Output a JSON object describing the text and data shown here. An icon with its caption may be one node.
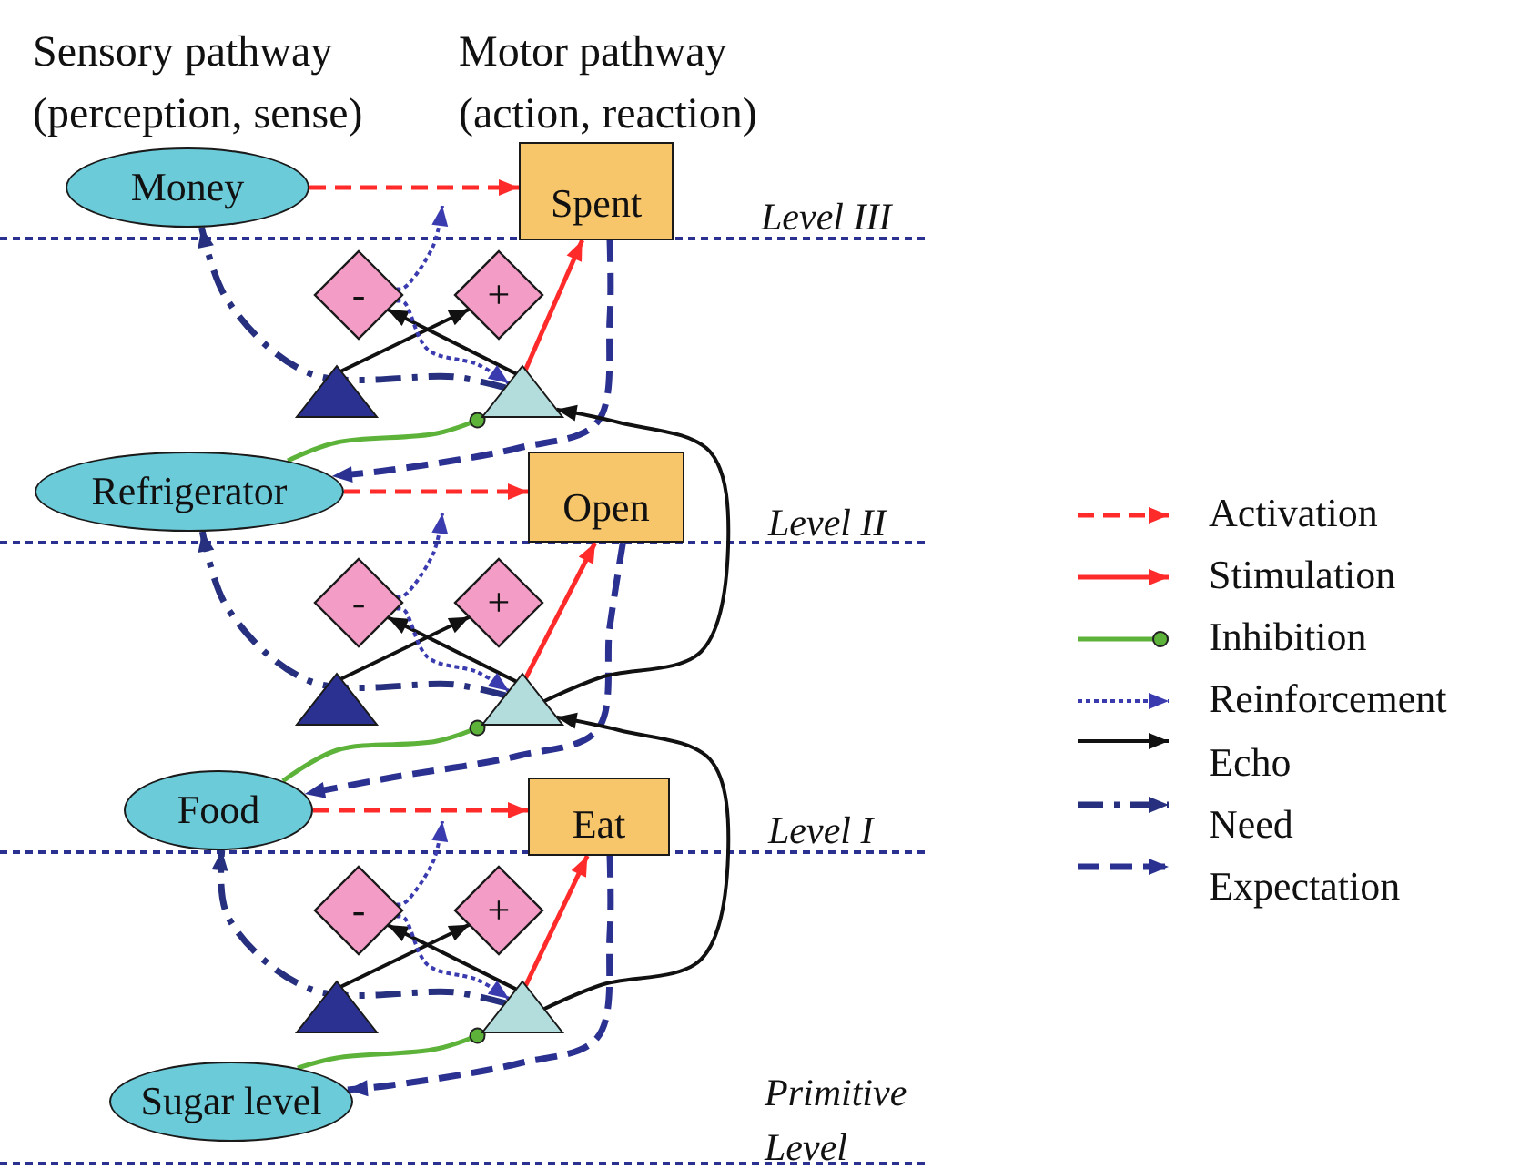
{
  "diagram": {
    "nodes": [
      {
        "text": [
          "Money"
        ]
      },
      {
        "text": [
          "Spent"
        ]
      },
      {
        "text": [
          "-"
        ]
      },
      {
        "text": [
          "+"
        ]
      },
      {
        "text": [],
        "shape": "triangle"
      },
      {
        "text": [],
        "shape": "triangle"
      },
      {
        "text": [
          "Refrigerator"
        ]
      },
      {
        "text": [
          "Open"
        ]
      },
      {
        "text": [
          "-"
        ]
      },
      {
        "text": [
          "+"
        ]
      },
      {
        "text": [],
        "shape": "triangle"
      },
      {
        "text": [],
        "shape": "triangle"
      },
      {
        "text": [
          "Food"
        ]
      },
      {
        "text": [
          "Eat"
        ]
      },
      {
        "text": [
          "-"
        ]
      },
      {
        "text": [
          "+"
        ]
      },
      {
        "text": [],
        "shape": "triangle"
      },
      {
        "text": [],
        "shape": "triangle"
      },
      {
        "text": [
          "Sugar level"
        ]
      }
    ],
    "edges": [
      {
        "from": 0,
        "to": 1,
        "arrow": "to",
        "style": "dashed",
        "color": "#ff2a2a"
      },
      {
        "from": 5,
        "to": 1,
        "arrow": "to",
        "color": "#ff2a2a"
      },
      {
        "from": 4,
        "to": 3,
        "arrow": "to"
      },
      {
        "from": 5,
        "to": 2,
        "arrow": "to"
      },
      {
        "from": 2,
        "to": null,
        "arrow": "to",
        "style": "dashed",
        "color": "#3b3bb0"
      },
      {
        "from": 2,
        "to": 5,
        "arrow": "to",
        "style": "dashed",
        "color": "#3b3bb0"
      },
      {
        "from": 5,
        "to": 0,
        "arrow": "to",
        "style": "dashed",
        "color": "#26307f"
      },
      {
        "from": 1,
        "to": 6,
        "arrow": "to",
        "style": "dashed",
        "color": "#2b3190"
      },
      {
        "from": 6,
        "to": 5,
        "arrow": "other",
        "color": "#5db33a"
      },
      {
        "from": 6,
        "to": 7,
        "arrow": "to",
        "style": "dashed",
        "color": "#ff2a2a"
      },
      {
        "from": 11,
        "to": 7,
        "arrow": "to",
        "color": "#ff2a2a"
      },
      {
        "from": 10,
        "to": 9,
        "arrow": "to"
      },
      {
        "from": 11,
        "to": 8,
        "arrow": "to"
      },
      {
        "from": 8,
        "to": null,
        "arrow": "to",
        "style": "dashed",
        "color": "#3b3bb0"
      },
      {
        "from": 8,
        "to": 11,
        "arrow": "to",
        "style": "dashed",
        "color": "#3b3bb0"
      },
      {
        "from": 11,
        "to": 6,
        "arrow": "to",
        "style": "dashed",
        "color": "#26307f"
      },
      {
        "from": 7,
        "to": 12,
        "arrow": "to",
        "style": "dashed",
        "color": "#2b3190"
      },
      {
        "from": 12,
        "to": 11,
        "arrow": "other",
        "color": "#5db33a"
      },
      {
        "from": 12,
        "to": 13,
        "arrow": "to",
        "style": "dashed",
        "color": "#ff2a2a"
      },
      {
        "from": 17,
        "to": 13,
        "arrow": "to",
        "color": "#ff2a2a"
      },
      {
        "from": 16,
        "to": 15,
        "arrow": "to"
      },
      {
        "from": 17,
        "to": 14,
        "arrow": "to"
      },
      {
        "from": 14,
        "to": null,
        "arrow": "to",
        "style": "dashed",
        "color": "#3b3bb0"
      },
      {
        "from": 14,
        "to": 17,
        "arrow": "to",
        "style": "dashed",
        "color": "#3b3bb0"
      },
      {
        "from": 17,
        "to": 12,
        "arrow": "to",
        "style": "dashed",
        "color": "#26307f"
      },
      {
        "from": 13,
        "to": 18,
        "arrow": "to",
        "style": "dashed",
        "color": "#2b3190"
      },
      {
        "from": 18,
        "to": 17,
        "arrow": "other",
        "color": "#5db33a"
      },
      {
        "from": 11,
        "to": 5,
        "arrow": "to"
      },
      {
        "from": 17,
        "to": 11,
        "arrow": "to"
      }
    ],
    "labels": [
      "Sensory pathway (perception, sense)",
      "Motor pathway (action, reaction)",
      "Level III",
      "Level II",
      "Level I",
      "Primitive Level"
    ],
    "legend": [
      {
        "text": "Activation"
      },
      {
        "text": "Stimulation"
      },
      {
        "text": "Inhibition"
      },
      {
        "text": "Reinforcement"
      },
      {
        "text": "Echo"
      },
      {
        "text": "Need"
      },
      {
        "text": "Expectation"
      }
    ]
  }
}
